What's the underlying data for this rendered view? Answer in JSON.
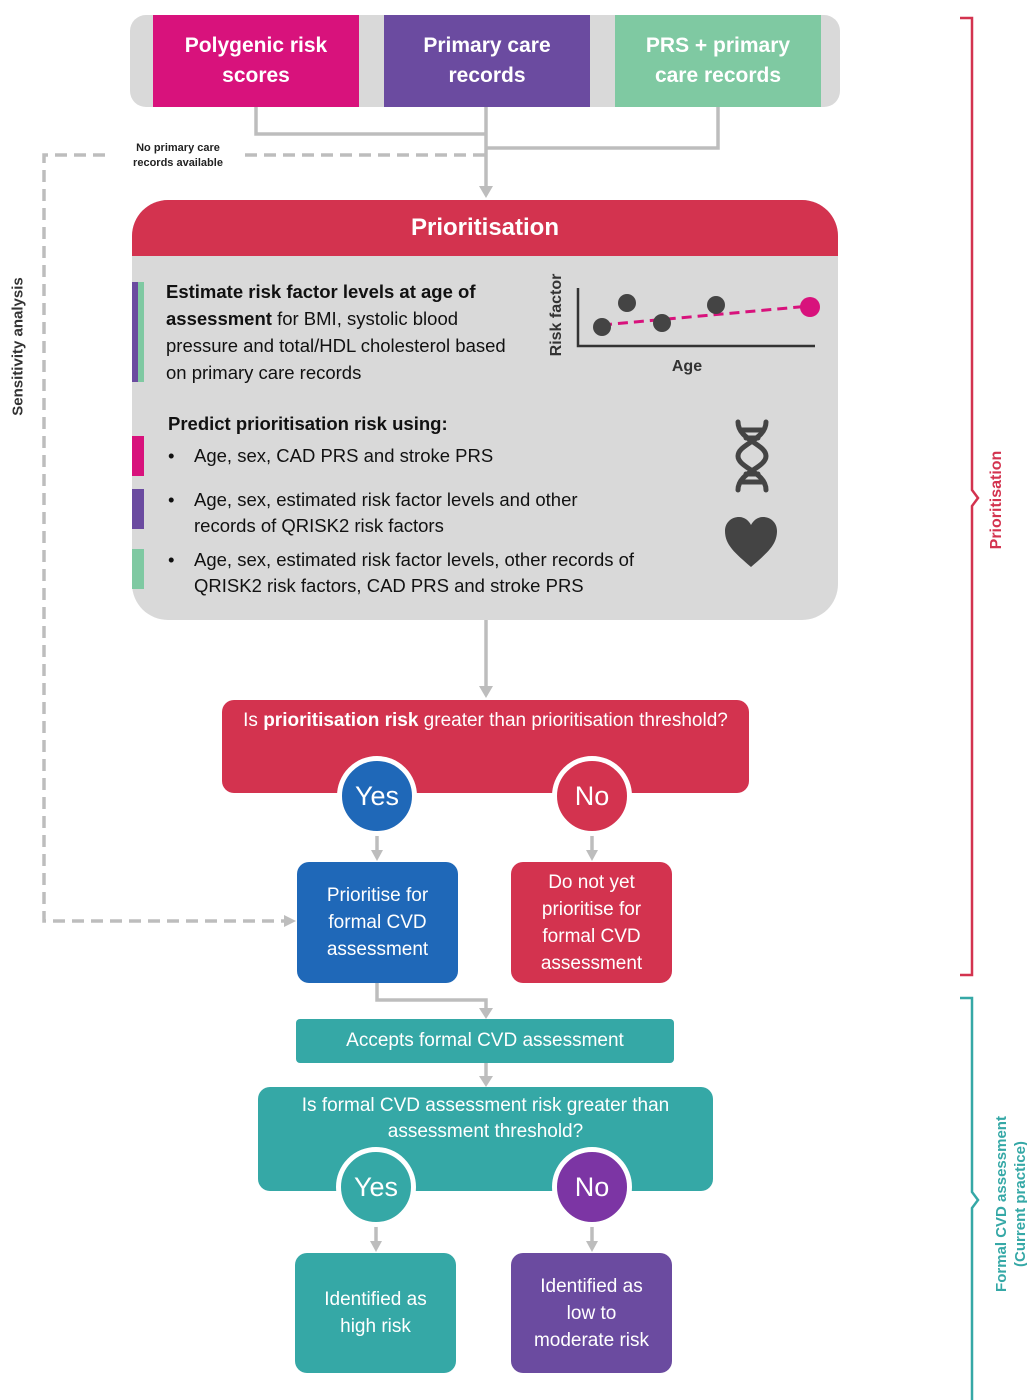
{
  "sources": {
    "prs": "Polygenic risk scores",
    "primary_care": "Primary care records",
    "combined": "PRS + primary care records"
  },
  "no_primary_note": "No primary care records available",
  "sensitivity_label": "Sensitivity analysis",
  "prioritisation_panel": {
    "title": "Prioritisation",
    "estimate_bold": "Estimate risk factor levels at age of assessment",
    "estimate_rest": " for BMI, systolic blood pressure and total/HDL cholesterol based on primary care records",
    "mini_chart": {
      "y_label": "Risk factor",
      "x_label": "Age"
    },
    "predict_heading": "Predict prioritisation risk using:",
    "bullets": [
      "Age, sex, CAD PRS and stroke PRS",
      "Age, sex, estimated risk factor levels and other records of QRISK2 risk factors",
      "Age, sex, estimated risk factor levels, other records of QRISK2 risk factors, CAD PRS and stroke PRS"
    ],
    "icons": [
      "dna-icon",
      "heart-icon"
    ]
  },
  "prioritisation_decision": {
    "prefix": "Is ",
    "bold": "prioritisation risk",
    "suffix": " greater than prioritisation threshold?",
    "yes": "Yes",
    "no": "No",
    "yes_outcome": "Prioritise for formal CVD assessment",
    "no_outcome": "Do not yet prioritise for formal CVD assessment"
  },
  "accepts_label": "Accepts formal CVD assessment",
  "assessment_decision": {
    "question": "Is formal CVD assessment risk greater than assessment threshold?",
    "yes": "Yes",
    "no": "No",
    "yes_outcome": "Identified as high risk",
    "no_outcome": "Identified as low to moderate risk"
  },
  "brackets": {
    "prioritisation": "Prioritisation",
    "formal_line1": "Formal CVD assessment",
    "formal_line2": "(Current practice)"
  },
  "colors": {
    "magenta": "#d8127c",
    "purple": "#6b4ba0",
    "mint": "#7fc9a2",
    "crimson": "#d3334f",
    "blue": "#1f68b8",
    "teal": "#35a8a6"
  }
}
